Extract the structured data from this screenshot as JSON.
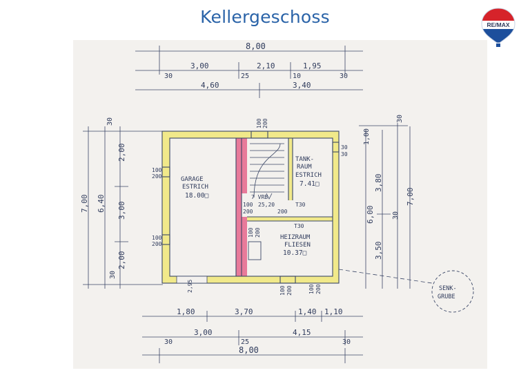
{
  "page_title": "Kellergeschoss",
  "logo": {
    "text": "RE/MAX",
    "colors": {
      "red": "#d6232a",
      "blue": "#1d4f9c",
      "white": "#ffffff"
    }
  },
  "colors": {
    "title": "#2a63a8",
    "paper": "#f3f1ee",
    "wall_yellow": "#f1e98a",
    "wall_red": "#e87a9a",
    "ink": "#2f3b5c"
  },
  "rooms": {
    "garage": {
      "name": "GARAGE",
      "floor": "ESTRICH",
      "area": "18.00□"
    },
    "tank": {
      "name_1": "TANK-",
      "name_2": "RAUM",
      "floor": "ESTRICH",
      "area": "7.41□"
    },
    "heiz": {
      "name": "HEIZRAUM",
      "floor": "FLIESEN",
      "area": "10.37□"
    },
    "senk": {
      "line_1": "SENK-",
      "line_2": "GRUBE"
    }
  },
  "dims": {
    "top_total": "8,00",
    "top_row2": [
      "3,00",
      "2,10",
      "1,95"
    ],
    "top_row2_small": [
      "30",
      "25",
      "10",
      "30"
    ],
    "top_row3": [
      "4,60",
      "3,40"
    ],
    "bottom_row1": [
      "1,80",
      "3,70",
      "1,40",
      "1,10"
    ],
    "bottom_row2": [
      "3,00",
      "4,15"
    ],
    "bottom_row2_small": [
      "30",
      "25",
      "30"
    ],
    "bottom_total": "8,00",
    "left_outer": "7,00",
    "left_inner": "6,40",
    "left_parts": [
      "30",
      "2,00",
      "3,00",
      "2,00",
      "30"
    ],
    "right_outer": "7,00",
    "right_mid": [
      "30",
      "6,00",
      "30"
    ],
    "right_parts": [
      "1,00",
      "3,80",
      "3,50"
    ],
    "door_marks": [
      "100",
      "200",
      "100",
      "200",
      "100",
      "200",
      "100",
      "200"
    ],
    "stair_marks": [
      "7 VRB",
      "100",
      "200",
      "25,20",
      "T30",
      "200"
    ],
    "misc": [
      "30",
      "30",
      "100",
      "200",
      "T30",
      "2,95",
      "100",
      "200",
      "100",
      "200"
    ]
  }
}
